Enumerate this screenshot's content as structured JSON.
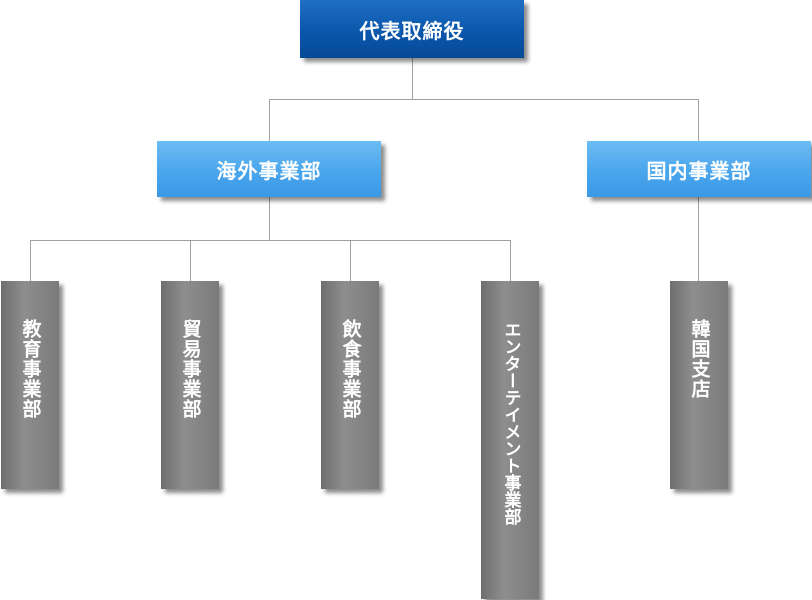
{
  "chart": {
    "root": "代表取締役",
    "divisions": [
      {
        "label": "海外事業部",
        "units": [
          "教育事業部",
          "貿易事業部",
          "飲食事業部",
          "エンターテイメント事業部"
        ]
      },
      {
        "label": "国内事業部",
        "units": [
          "韓国支店"
        ]
      }
    ]
  },
  "colors": {
    "root_box": "#0a57ac",
    "division_box": "#4aa6ec",
    "unit_box": "#808080",
    "connector_line": "#a0a0a0",
    "text": "#ffffff"
  }
}
